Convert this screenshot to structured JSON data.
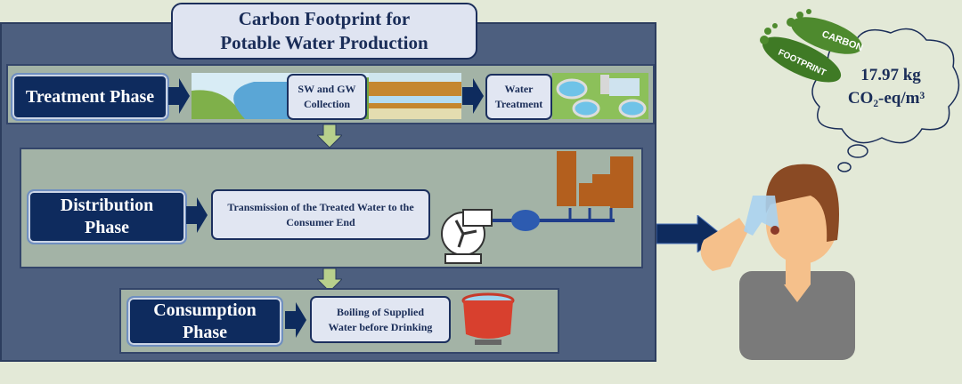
{
  "title": {
    "line1": "Carbon Footprint for",
    "line2": "Potable Water Production"
  },
  "treatment": {
    "phase": "Treatment Phase",
    "step1": "SW and GW Collection",
    "step2": "Water Treatment"
  },
  "distribution": {
    "phase_line1": "Distribution",
    "phase_line2": "Phase",
    "step1": "Transmission of the Treated Water to the Consumer End"
  },
  "consumption": {
    "phase_line1": "Consumption",
    "phase_line2": "Phase",
    "step1": "Boiling of Supplied Water before Drinking"
  },
  "result": {
    "value": "17.97 kg",
    "unit": "CO₂-eq/m³"
  },
  "logo": {
    "text1": "CARBON",
    "text2": "FOOTPRINT"
  },
  "colors": {
    "navy": "#0e2b5e",
    "panel": "#4d5f7f",
    "row": "#a3b3a6",
    "arrow_green": "#b8d08c"
  }
}
